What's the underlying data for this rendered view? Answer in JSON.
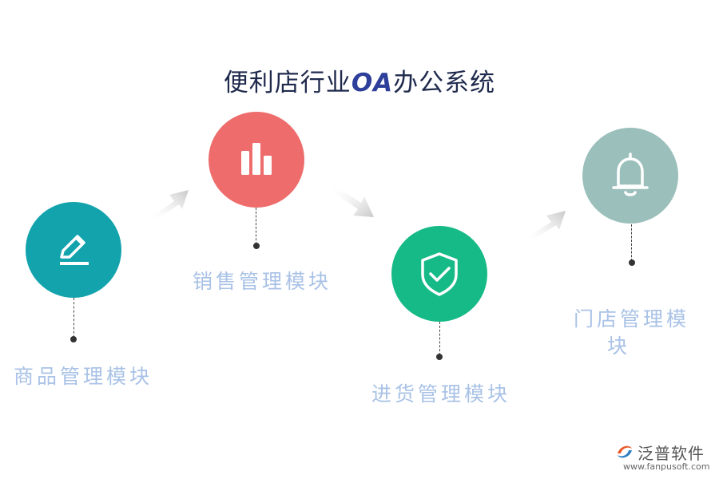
{
  "title": {
    "prefix": "便利店行业",
    "highlight": "OA",
    "suffix": "办公系统"
  },
  "modules": [
    {
      "label": "商品管理模块",
      "icon": "pencil-icon",
      "color": "#12a3ad"
    },
    {
      "label": "销售管理模块",
      "icon": "bar-chart-icon",
      "color": "#ee6c6c"
    },
    {
      "label": "进货管理模块",
      "icon": "shield-check-icon",
      "color": "#16ba86"
    },
    {
      "label_line1": "门店管理模",
      "label_line2": "块",
      "icon": "bell-icon",
      "color": "#9bbfbb"
    }
  ],
  "label_color": "#a9c2e6",
  "brand": {
    "name": "泛普软件",
    "url": "www.fanpusoft.com",
    "accent": "#e85a2a"
  }
}
